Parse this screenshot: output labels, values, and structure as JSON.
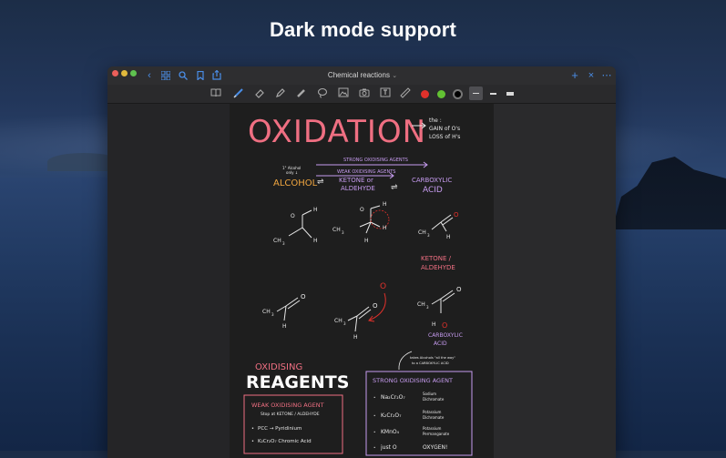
{
  "headline": "Dark mode support",
  "window": {
    "title": "Chemical reactions",
    "title_chevron": "⌄"
  },
  "colors": {
    "accent": "#4a8de6",
    "ink_pink": "#ef6f82",
    "ink_white": "#e8e8e8",
    "ink_purple": "#c79cf0",
    "ink_orange": "#f0a640",
    "ink_red": "#e0312b"
  },
  "titlebar_icons": [
    "back-icon",
    "grid-icon",
    "search-icon",
    "bookmark-icon",
    "share-icon",
    "add-icon",
    "close-icon",
    "more-icon"
  ],
  "toolbar_icons": [
    "reader-icon",
    "pen-icon",
    "eraser-icon",
    "highlighter-icon",
    "marker-icon",
    "lasso-icon",
    "image-icon",
    "camera-icon",
    "textbox-icon",
    "text-icon",
    "ruler-icon"
  ],
  "note": {
    "title": "OXIDATION",
    "gain_lines": [
      "the :",
      "GAIN of O's",
      "LOSS of H's"
    ],
    "strong_agents_arrow": "STRONG OXIDISING AGENTS",
    "weak_agents_arrow": "WEAK OXIDISING AGENTS",
    "alcohol_note": [
      "1° Alcohol",
      "only ↓"
    ],
    "alcohol": "ALCOHOL",
    "ketone": [
      "KETONE or",
      "ALDEHYDE"
    ],
    "carboxylic": [
      "CARBOXYLIC",
      "ACID"
    ],
    "ketone_label2": [
      "KETONE /",
      "ALDEHYDE"
    ],
    "carboxylic_label2": [
      "CARBOXYLIC",
      "ACID"
    ],
    "takes_note": [
      "takes Alcohols \"all the way\"",
      "to a CARBOXYLIC ACID"
    ],
    "reagents_small": "OXIDISING",
    "reagents_big": "REAGENTS",
    "weak_box": {
      "title": "WEAK OXIDISING AGENT",
      "subtitle": "Stop at KETONE / ALDEHYDE",
      "items": [
        "PCC → Pyridinium",
        "K₂Cr₂O₇ Chromic Acid"
      ]
    },
    "strong_box": {
      "title": "STRONG OXIDISING AGENT",
      "items": [
        [
          "Na₂Cr₂O₇",
          "Sodium",
          "Dichromate"
        ],
        [
          "K₂Cr₂O₇",
          "Potassium",
          "Dichromate"
        ],
        [
          "KMnO₄",
          "Potassium",
          "Permanganate"
        ],
        [
          "just O",
          "OXYGEN!"
        ]
      ]
    }
  }
}
